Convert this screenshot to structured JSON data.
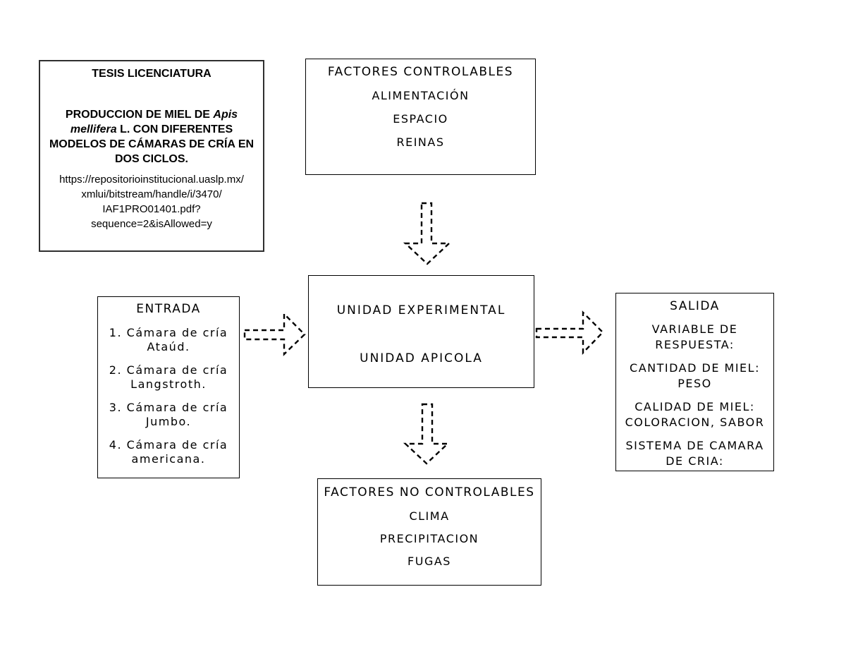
{
  "tesis_box": {
    "heading": "TESIS LICENCIATURA",
    "title_pre": "PRODUCCION DE MIEL DE ",
    "title_italic": "Apis mellifera",
    "title_post": " L. CON DIFERENTES MODELOS DE CÁMARAS DE CRÍA EN DOS CICLOS.",
    "url_lines": [
      "https://repositorioinstitucional.uaslp.mx/",
      "xmlui/bitstream/handle/i/3470/",
      "IAF1PRO01401.pdf?",
      "sequence=2&isAllowed=y"
    ]
  },
  "factores_controlables": {
    "heading": "FACTORES CONTROLABLES",
    "items": [
      "ALIMENTACIÓN",
      "ESPACIO",
      "REINAS"
    ]
  },
  "entrada": {
    "heading": "ENTRADA",
    "items": [
      "1. Cámara de cría Ataúd.",
      "2. Cámara de cría Langstroth.",
      "3. Cámara de cría Jumbo.",
      "4. Cámara de cría americana."
    ]
  },
  "unidad": {
    "line1": "UNIDAD EXPERIMENTAL",
    "line2": "UNIDAD APICOLA"
  },
  "salida": {
    "heading": "SALIDA",
    "items": [
      "VARIABLE DE RESPUESTA:",
      "CANTIDAD DE MIEL: PESO",
      "CALIDAD DE MIEL: COLORACION, SABOR",
      "SISTEMA DE CAMARA DE CRIA:"
    ]
  },
  "factores_no_controlables": {
    "heading": "FACTORES NO CONTROLABLES",
    "items": [
      "CLIMA",
      "PRECIPITACION",
      "FUGAS"
    ]
  },
  "colors": {
    "background": "#ffffff",
    "text": "#000000",
    "box_border": "#000000",
    "tesis_border": "#2f2f2f",
    "arrow_stroke": "#000000"
  }
}
